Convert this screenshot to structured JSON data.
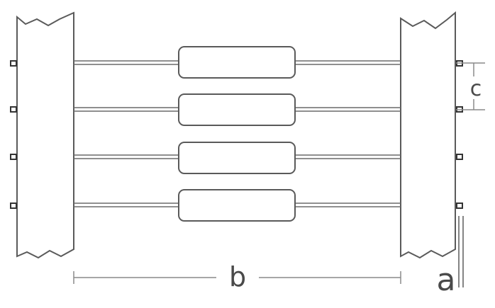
{
  "diagram": {
    "labels": {
      "b": "b",
      "c": "c",
      "a": "a"
    },
    "rod_count": 4,
    "colors": {
      "stroke": "#5a5a5a",
      "dimension": "#8a8a8a",
      "fill": "#ffffff"
    }
  }
}
